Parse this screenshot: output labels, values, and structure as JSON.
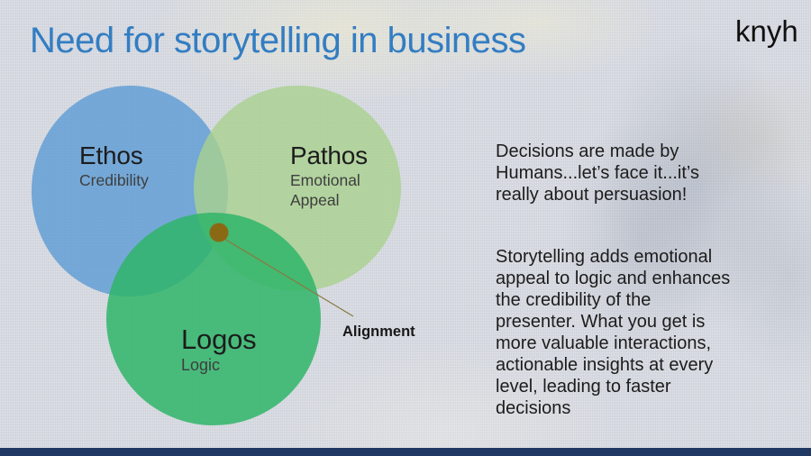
{
  "slide": {
    "title": "Need for storytelling in business",
    "logo": "knyh"
  },
  "colors": {
    "title": "#337DC2",
    "background": "#D8DBE2",
    "accent_bar": "#1F3864"
  },
  "diagram": {
    "type": "venn",
    "circles": [
      {
        "label": "Ethos",
        "sublabel": "Credibility",
        "color": "#5B9BD5"
      },
      {
        "label": "Pathos",
        "sublabel": "Emotional Appeal",
        "color": "#A9D18E"
      },
      {
        "label": "Logos",
        "sublabel": "Logic",
        "color": "#2FB569"
      }
    ],
    "annotation": {
      "label": "Alignment",
      "dot_color": "#8B6914",
      "line_color": "#8A7A42"
    }
  },
  "body": {
    "paragraph1": "Decisions are made by\nHumans...let’s face it...it’s\nreally about persuasion!",
    "paragraph2": "Storytelling adds emotional\nappeal to logic and enhances\nthe credibility of the\npresenter. What you get is\nmore valuable interactions,\nactionable insights at every\nlevel, leading to faster\ndecisions"
  }
}
